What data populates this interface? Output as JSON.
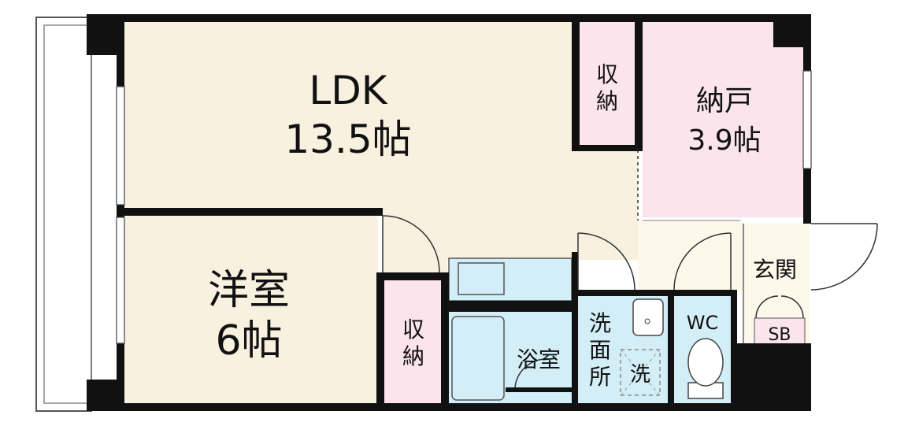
{
  "floorplan": {
    "ldk": {
      "name": "LDK",
      "size": "13.5帖"
    },
    "nando": {
      "name": "納戸",
      "size": "3.9帖"
    },
    "youshitsu": {
      "name": "洋室",
      "size": "6帖"
    },
    "storage_top": {
      "line1": "収",
      "line2": "納"
    },
    "storage_mid": {
      "line1": "収",
      "line2": "納"
    },
    "genkan": {
      "name": "玄関"
    },
    "shoebox": {
      "name": "SB"
    },
    "wc": {
      "name": "WC"
    },
    "bath": {
      "name": "浴室"
    },
    "washroom": {
      "line1": "洗",
      "line2": "面",
      "line3": "所"
    },
    "washer": {
      "name": "洗"
    },
    "colors": {
      "living": "#f8f1e0",
      "pink": "#fbe4ec",
      "water": "#d4eef8",
      "wall": "#111111"
    }
  }
}
